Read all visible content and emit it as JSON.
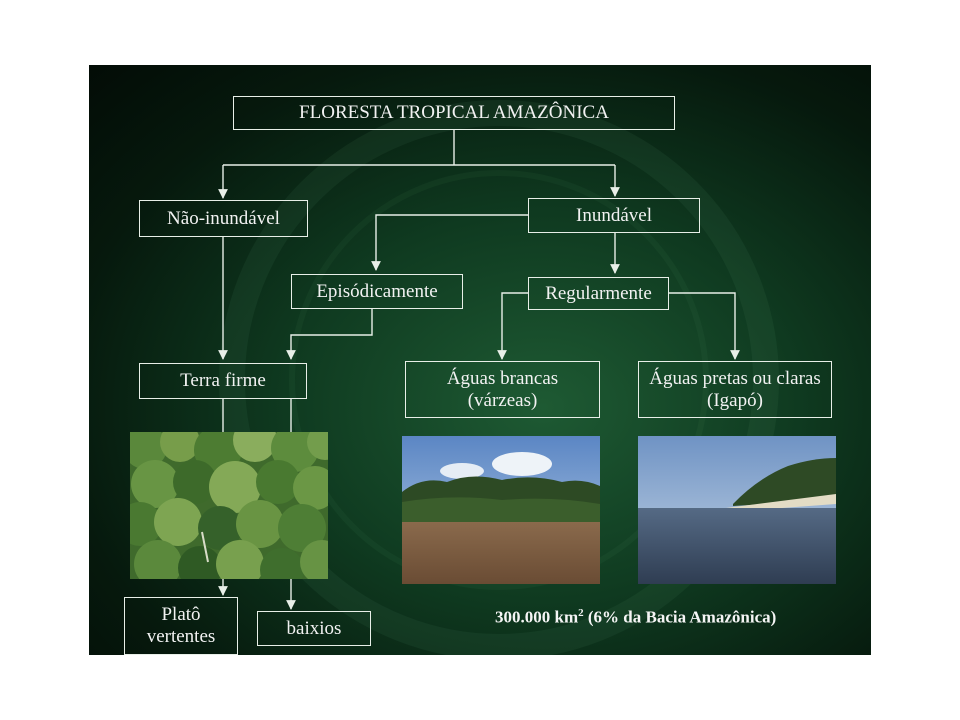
{
  "nodes": {
    "root": "FLORESTA TROPICAL AMAZÔNICA",
    "nao_inundavel": "Não-inundável",
    "inundavel": "Inundável",
    "episodicamente": "Episódicamente",
    "regularmente": "Regularmente",
    "terra_firme": "Terra firme",
    "aguas_brancas_line1": "Águas brancas",
    "aguas_brancas_line2": "(várzeas)",
    "aguas_pretas_line1": "Águas pretas ou claras",
    "aguas_pretas_line2": "(Igapó)",
    "plato_line1": "Platô",
    "plato_line2": "vertentes",
    "baixios": "baixios"
  },
  "caption": {
    "prefix": "300.000 km",
    "superscript": "2",
    "suffix": " (6% da Bacia Amazônica)"
  },
  "colors": {
    "background_center": "#1e5a33",
    "background_edge": "#030c06",
    "line": "#e8efe8",
    "text": "#f2f2f2"
  }
}
